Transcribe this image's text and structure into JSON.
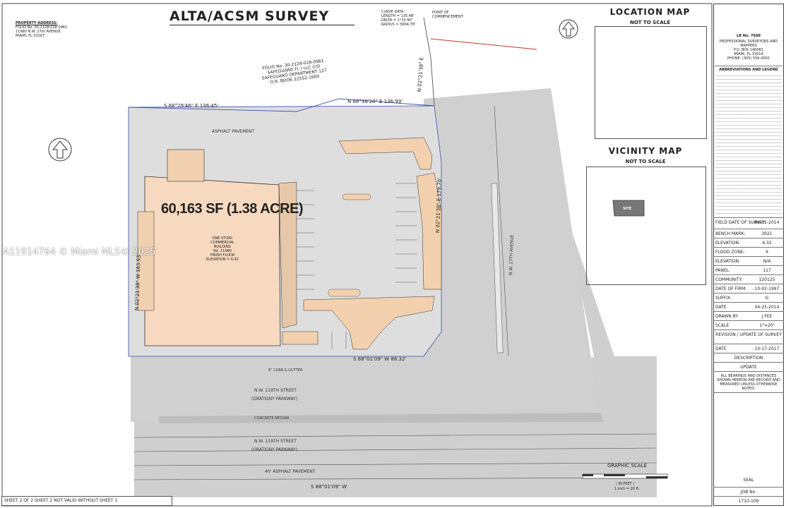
{
  "title": "ALTA/ACSM SURVEY",
  "property_address": {
    "heading": "PROPERTY ADDRESS:",
    "lines": [
      "FOLIO No. 30-2128-028-0961",
      "11980 N.W. 27th AVENUE",
      "MIAMI, FL 33167"
    ]
  },
  "folio_label": {
    "lines": [
      "FOLIO No. 30-2128-028-0961",
      "SAFEGUARD FL I LLC C/O",
      "SAFEGUARD DEPARTMENT 127",
      "O.R. BOOK 22552-1600"
    ]
  },
  "curve_data": {
    "lines": [
      "CURVE DATA",
      "LENGTH = 135.48'",
      "DELTA = 1°33'40\"",
      "RADIUS = 5664.78'"
    ]
  },
  "point_of_commencement": "POINT OF COMMENCEMENT",
  "area_label": "60,163 SF (1.38 ACRE)",
  "building_label": {
    "lines": [
      "ONE-STORY",
      "COMMERCIAL",
      "BUILDING",
      "No. 11980",
      "FINISH FLOOR",
      "ELEVATION = 6.42"
    ]
  },
  "bearings": {
    "north_top": "S 88°29'46\" E 136.45'",
    "north_right": "N 88°38'20\" E 136.99'",
    "east": "N 02°21'38\" E 179.70'",
    "south": "S 88°01'09\" W 88.32'",
    "west": "N 02°21'38\" W 183.93'",
    "bottom": "S 88°01'09\" W",
    "ne_line": "N 02°21'38\" E"
  },
  "streets": {
    "nw119_a": "N.W. 119TH STREET",
    "gratigny_a": "(GRATIGNY PARKWAY)",
    "nw119_b": "N.W. 119TH STREET",
    "gratigny_b": "(GRATIGNY PARKWAY)",
    "nw27": "N.W. 27TH AVENUE",
    "asphalt_1": "ASPHALT PAVEMENT",
    "asphalt_2": "40' ASPHALT PAVEMENT",
    "concrete_median": "CONCRETE MEDIAN",
    "curb_gutter": "6\" CURB & GUTTER"
  },
  "location_map": {
    "title": "LOCATION MAP",
    "subtitle": "NOT TO SCALE"
  },
  "vicinity_map": {
    "title": "VICINITY MAP",
    "subtitle": "NOT TO SCALE",
    "site": "SITE"
  },
  "graphic_scale": {
    "title": "GRAPHIC SCALE",
    "unit": "( IN FEET )",
    "ratio": "1 inch = 20 ft."
  },
  "title_block": {
    "lb_no": "LB No. 7688",
    "firm_lines": [
      "PROFESSIONAL SURVEYORS AND MAPPERS",
      "P.O. BOX 140081",
      "MIAMI, FL 33014",
      "PHONE: (305) 556-4002"
    ],
    "legend_title": "ABBREVIATIONS AND LEGEND",
    "fields": [
      {
        "k": "FIELD DATE OF SURVEY:",
        "v": "04-01-2014"
      },
      {
        "k": "BENCH MARK:",
        "v": "3021"
      },
      {
        "k": "ELEVATION:",
        "v": "6.32"
      },
      {
        "k": "FLOOD ZONE:",
        "v": "X"
      },
      {
        "k": "ELEVATION:",
        "v": "N/A"
      },
      {
        "k": "PANEL:",
        "v": "117"
      },
      {
        "k": "COMMUNITY:",
        "v": "120125"
      },
      {
        "k": "DATE OF FIRM:",
        "v": "10-02-1997"
      },
      {
        "k": "SUFFIX:",
        "v": "G"
      },
      {
        "k": "DATE",
        "v": "04-25-2014"
      },
      {
        "k": "DRAWN BY",
        "v": "J.FEE"
      },
      {
        "k": "SCALE",
        "v": "1\"=20'"
      }
    ],
    "revision_heading": "REVISION / UPDATE OF SURVEY",
    "rev_date_k": "DATE",
    "rev_date_v": "10-17-2017",
    "rev_desc_k": "DESCRIPTION",
    "rev_desc_v": "UPDATE",
    "notes": "ALL BEARINGS AND DISTANCES SHOWN HEREON ARE RECORD AND MEASURED UNLESS OTHERWISE NOTED.",
    "seal": "SEAL",
    "job_no_k": "JOB No.",
    "job_no_v": "1710-109"
  },
  "sheet_note": "SHEET 2 OF 2   SHEET 2 NOT VALID WITHOUT SHEET 1",
  "watermark": "A11914764 © Miami MLS© 2025",
  "colors": {
    "parcel": "#f6d9bf",
    "pavement": "#dcdcdc",
    "road": "#c9c9c9",
    "line": "#333333",
    "boundary": "#3a4fb0",
    "red": "#c0392b"
  }
}
